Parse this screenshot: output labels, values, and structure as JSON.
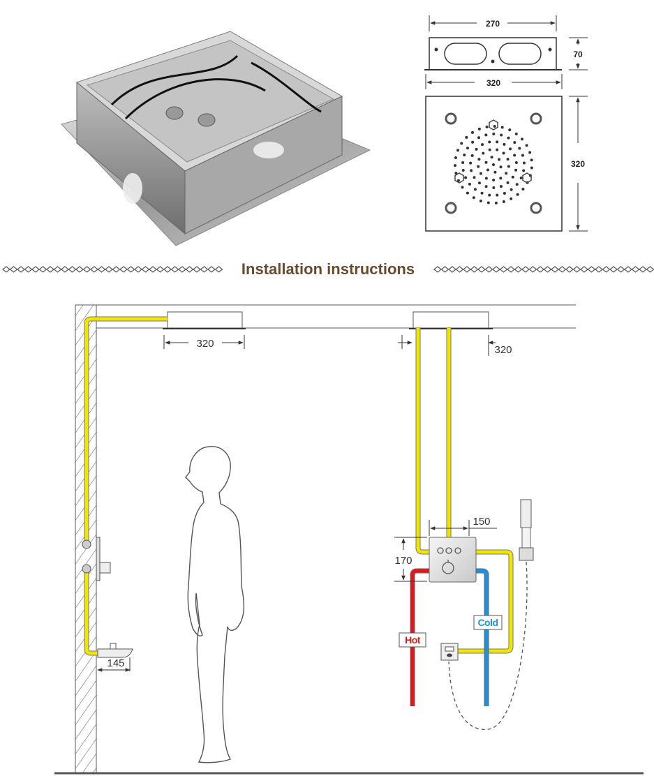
{
  "title": "Installation instructions",
  "colors": {
    "title": "#6b4a2b",
    "pipe": "#f2e600",
    "hot": "#e8141b",
    "cold": "#1e90e0",
    "line": "#444444"
  },
  "top_drawing": {
    "frame_width": "270",
    "frame_height": "70",
    "plate_width": "320",
    "plate_height": "320"
  },
  "wall_install": {
    "head_width": "320",
    "spout_projection": "145"
  },
  "ceiling_install": {
    "head_width": "320",
    "valve_width": "150",
    "valve_height": "170",
    "hot_label": "Hot",
    "cold_label": "Cold"
  }
}
